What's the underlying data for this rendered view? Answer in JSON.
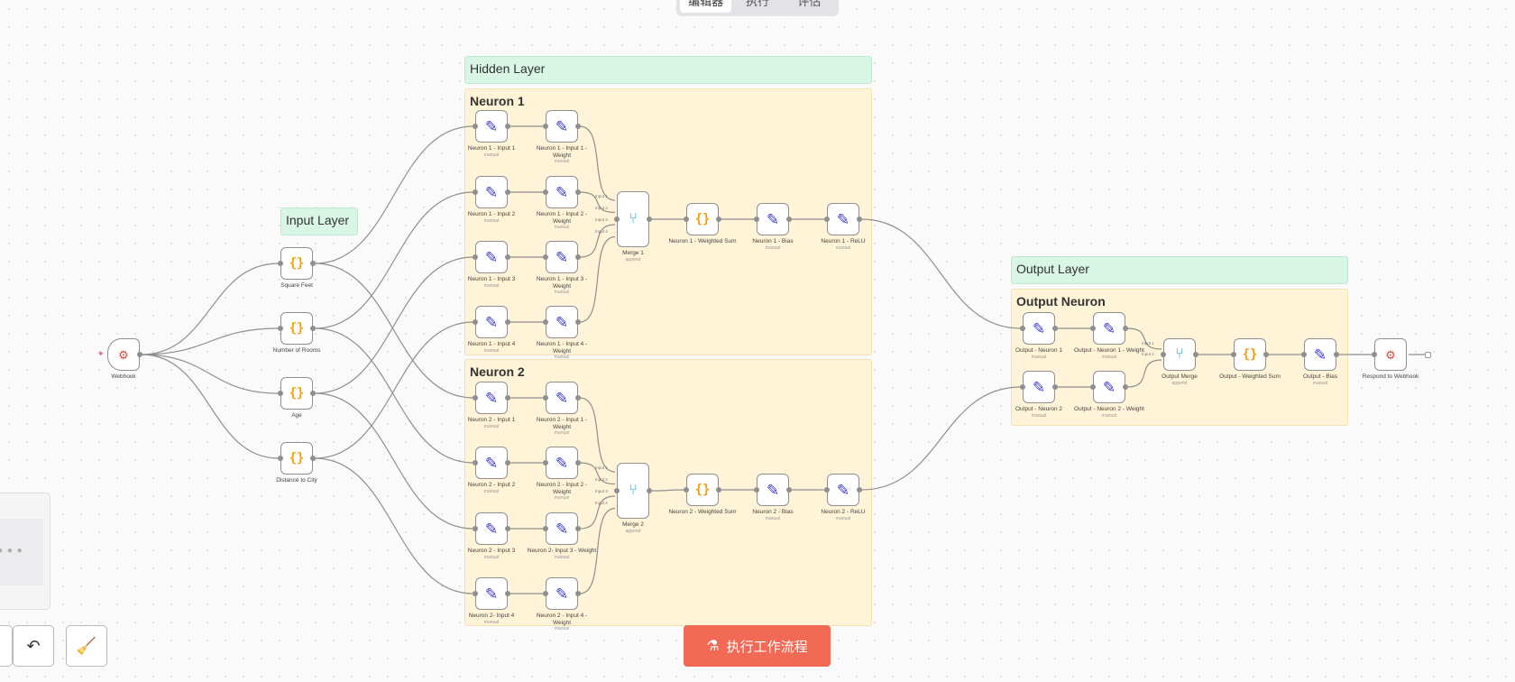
{
  "tabs": [
    {
      "label": "编辑器",
      "active": true
    },
    {
      "label": "执行",
      "active": false
    },
    {
      "label": "评估",
      "active": false
    }
  ],
  "stickies": {
    "input_layer": "Input Layer",
    "hidden_layer": "Hidden Layer",
    "neuron1": "Neuron 1",
    "neuron2": "Neuron 2",
    "output_layer": "Output Layer",
    "output_neuron": "Output Neuron"
  },
  "nodes": {
    "webhook": {
      "label": "Webhook"
    },
    "square_feet": {
      "label": "Square Feet"
    },
    "number_of_rooms": {
      "label": "Number of Rooms"
    },
    "age": {
      "label": "Age"
    },
    "distance_to_city": {
      "label": "Distance to City"
    },
    "n1_input1": {
      "label": "Neuron 1 - Input 1",
      "sub": "manual"
    },
    "n1_input2": {
      "label": "Neuron 1 - Input 2",
      "sub": "manual"
    },
    "n1_input3": {
      "label": "Neuron 1 - Input 3",
      "sub": "manual"
    },
    "n1_input4": {
      "label": "Neuron 1 - Input 4",
      "sub": "manual"
    },
    "n1_w1": {
      "label": "Neuron 1 - Input 1 - Weight",
      "sub": "manual"
    },
    "n1_w2": {
      "label": "Neuron 1 - Input 2 - Weight",
      "sub": "manual"
    },
    "n1_w3": {
      "label": "Neuron 1 - Input 3 - Weight",
      "sub": "manual"
    },
    "n1_w4": {
      "label": "Neuron 1 - Input 4 - Weight",
      "sub": "manual"
    },
    "merge1": {
      "label": "Merge 1",
      "sub": "append"
    },
    "n1_sum": {
      "label": "Neuron 1 - Weighted Sum"
    },
    "n1_bias": {
      "label": "Neuron 1 - Bias",
      "sub": "manual"
    },
    "n1_relu": {
      "label": "Neuron 1 - ReLU",
      "sub": "manual"
    },
    "n2_input1": {
      "label": "Neuron 2 - Input 1",
      "sub": "manual"
    },
    "n2_input2": {
      "label": "Neuron 2 - Input 2",
      "sub": "manual"
    },
    "n2_input3": {
      "label": "Neuron 2 - Input 3",
      "sub": "manual"
    },
    "n2_input4": {
      "label": "Neuron 2- Input 4",
      "sub": "manual"
    },
    "n2_w1": {
      "label": "Neuron 2 - Input 1 - Weight",
      "sub": "manual"
    },
    "n2_w2": {
      "label": "Neuron 2 - Input 2 - Weight",
      "sub": "manual"
    },
    "n2_w3": {
      "label": "Neuron 2- Input 3 - Weight",
      "sub": "manual"
    },
    "n2_w4": {
      "label": "Neuron 2 - Input 4 - Weight",
      "sub": "manual"
    },
    "merge2": {
      "label": "Merge 2",
      "sub": "append"
    },
    "n2_sum": {
      "label": "Neuron 2 - Weighted Sum"
    },
    "n2_bias": {
      "label": "Neuron 2 - Bias",
      "sub": "manual"
    },
    "n2_relu": {
      "label": "Neuron 2 - ReLU",
      "sub": "manual"
    },
    "out_n1": {
      "label": "Output - Neuron 1",
      "sub": "manual"
    },
    "out_n2": {
      "label": "Output - Neuron 2",
      "sub": "manual"
    },
    "out_w1": {
      "label": "Output - Neuron 1 - Weight",
      "sub": "manual"
    },
    "out_w2": {
      "label": "Output - Neuron 2 - Weight",
      "sub": "manual"
    },
    "out_merge": {
      "label": "Output Merge",
      "sub": "append"
    },
    "out_sum": {
      "label": "Output - Weighted Sum"
    },
    "out_bias": {
      "label": "Output - Bias",
      "sub": "manual"
    },
    "respond": {
      "label": "Respond to Webhook"
    }
  },
  "merge_inputs": [
    "Input 1",
    "Input 2",
    "Input 3",
    "Input 4"
  ],
  "run_button": {
    "label": "执行工作流程"
  },
  "icons": {
    "code": "{}",
    "set": "pencil-icon",
    "webhook": "webhook-icon",
    "merge": "merge-icon"
  },
  "colors": {
    "accent": "#f26a55",
    "sticky_green": "#d8f5e6",
    "sticky_yellow": "#fff4d7",
    "set_icon": "#3b3bd6",
    "code_icon": "#f59e0b"
  }
}
